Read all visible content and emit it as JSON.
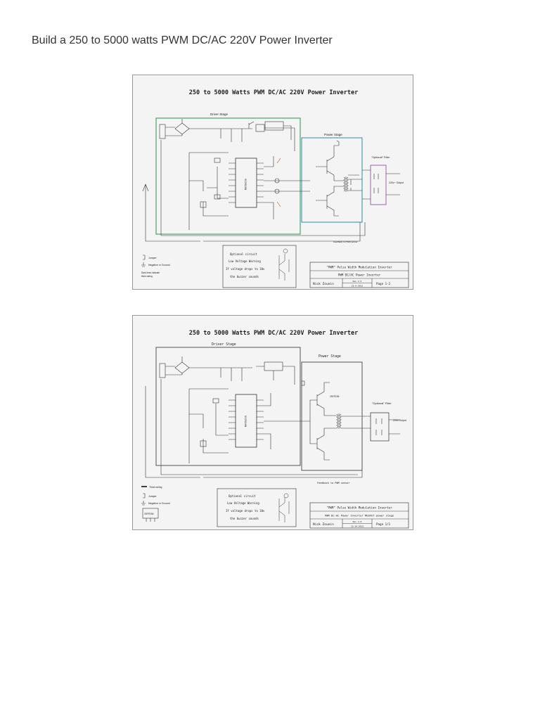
{
  "document": {
    "title": "Build a 250 to 5000 watts PWM DC/AC 220V Power Inverter"
  },
  "figures": [
    {
      "heading": "250 to 5000 Watts PWM DC/AC 220V Power Inverter",
      "driver_stage_label": "Driver Stage",
      "power_stage_label": "Power Stage",
      "optional_filter_label": "\"Optional\" Filter",
      "output_label": "220v~ Output",
      "feedback_label": "Feedback to PWM sensor",
      "legend": {
        "jumper": "Jumper",
        "ground": "Negative or Ground",
        "thick_lines_1": "Dark lines indicate",
        "thick_lines_2": "thick wiring"
      },
      "optional_circuit": {
        "line1": "Optional circuit",
        "line2": "Low Voltage Warning",
        "line3": "If voltage drops to 10v",
        "line4": "the buzzer sounds"
      },
      "title_block": {
        "row1": "\"PWM\"  Pulse Width Modulation Inverter",
        "row2": "PWM DC/AC Power Inverter",
        "author": "Nick Zouein",
        "rev": "Rev 2.0",
        "date": "22-9-2012",
        "page": "Page  1-2"
      },
      "ic_label": "SG3524N"
    },
    {
      "heading": "250 to 5000 Watts PWM DC/AC 220V Power Inverter",
      "driver_stage_label": "Driver Stage",
      "power_stage_label": "Power Stage",
      "optional_filter_label": "\"Optional\" Filter",
      "output_label": "220v Output",
      "feedback_label": "Feedback to PWM sensor",
      "legend": {
        "thick_wiring": "Thick wiring",
        "jumper": "Jumper",
        "ground": "Negative or Ground",
        "mosfet_part": "IRFP250"
      },
      "optional_circuit": {
        "line1": "Optional circuit",
        "line2": "Low Voltage Warning",
        "line3": "If voltage drops to 10v",
        "line4": "the buzzer sounds"
      },
      "title_block": {
        "row1": "\"PWM\"  Pulse Width Modulation Inverter",
        "row2": "PWM DC-AC Power Inverter MOSFET power stage",
        "author": "Nick Zouein",
        "rev": "Rev 2.0",
        "date": "13-10-2012",
        "page": "Page  1/1"
      },
      "ic_label": "SG3524N",
      "mosfet_label": "IRFP250"
    }
  ]
}
